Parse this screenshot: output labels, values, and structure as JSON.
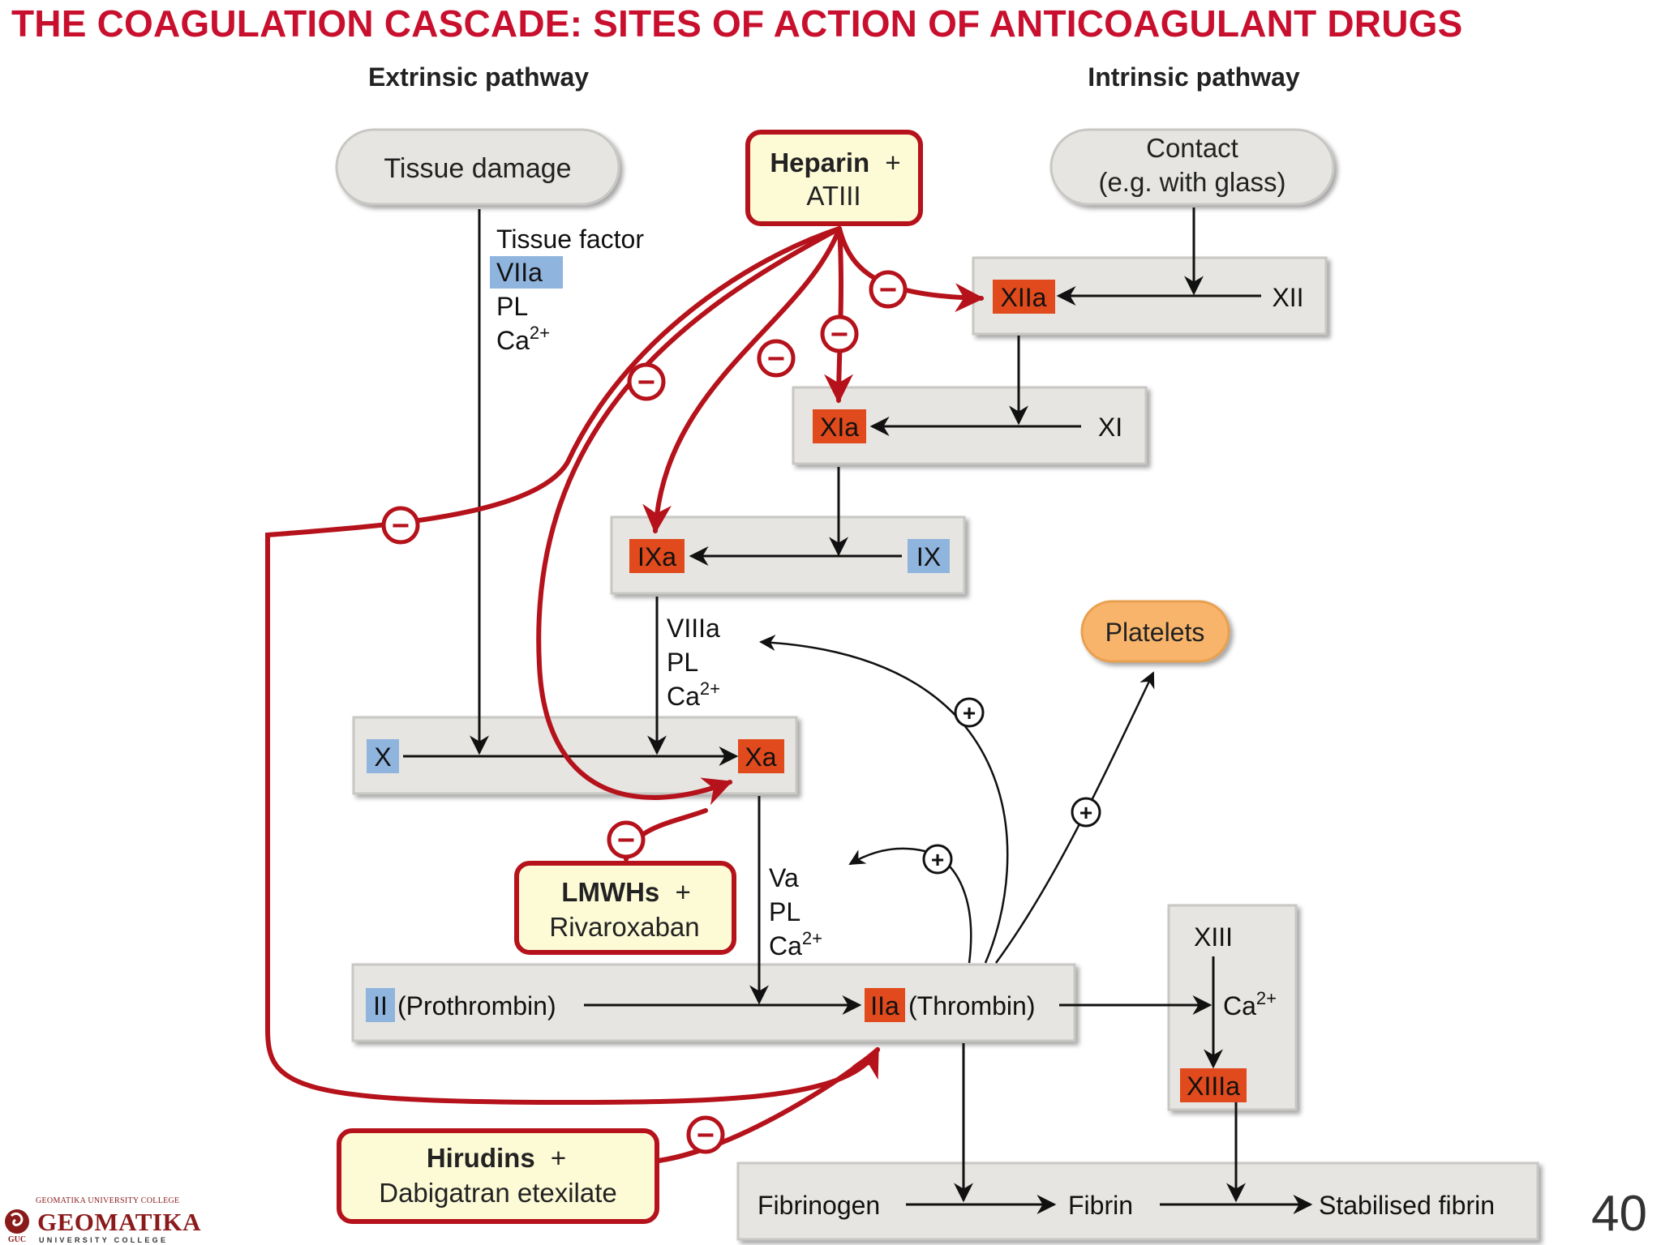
{
  "title": "THE COAGULATION CASCADE: SITES OF ACTION OF ANTICOAGULANT DRUGS",
  "page_number": "40",
  "pathways": {
    "extrinsic": "Extrinsic pathway",
    "intrinsic": "Intrinsic pathway"
  },
  "nodes": {
    "tissue_damage": "Tissue damage",
    "contact_line1": "Contact",
    "contact_line2": "(e.g. with glass)",
    "heparin_line1": "Heparin",
    "heparin_plus": "+",
    "heparin_line2": "ATIII",
    "lmwh_line1": "LMWHs",
    "lmwh_plus": "+",
    "lmwh_line2": "Rivaroxaban",
    "hirudin_line1": "Hirudins",
    "hirudin_plus": "+",
    "hirudin_line2": "Dabigatran etexilate",
    "platelets": "Platelets"
  },
  "factors": {
    "xiia": "XIIa",
    "xii": "XII",
    "xia": "XIa",
    "xi": "XI",
    "ixa": "IXa",
    "ix": "IX",
    "x": "X",
    "xa": "Xa",
    "ii": "II",
    "prothrombin": "(Prothrombin)",
    "iia": "IIa",
    "thrombin": "(Thrombin)",
    "xiii": "XIII",
    "xiiia": "XIIIa",
    "fibrinogen": "Fibrinogen",
    "fibrin": "Fibrin",
    "stabilised_fibrin": "Stabilised fibrin"
  },
  "cofactors": {
    "tissue_factor": "Tissue factor",
    "viia": "VIIa",
    "pl1": "PL",
    "ca": "Ca",
    "charge": "2+",
    "viiia": "VIIIa",
    "pl2": "PL",
    "va": "Va",
    "pl3": "PL"
  },
  "signs": {
    "minus": "−",
    "plus": "+"
  },
  "logo": {
    "small": "GEOMATIKA UNIVERSITY COLLEGE",
    "big": "GEOMATIKA",
    "sub": "UNIVERSITY COLLEGE",
    "mark": "GUC"
  },
  "colors": {
    "title": "#c8102e",
    "inhibition": "#b5121b",
    "active_factor": "#e04a1c",
    "inactive_factor": "#8fb4de",
    "box_fill": "#e6e5e1",
    "drug_fill": "#fdfbd6",
    "platelets_fill": "#f7b46b"
  }
}
